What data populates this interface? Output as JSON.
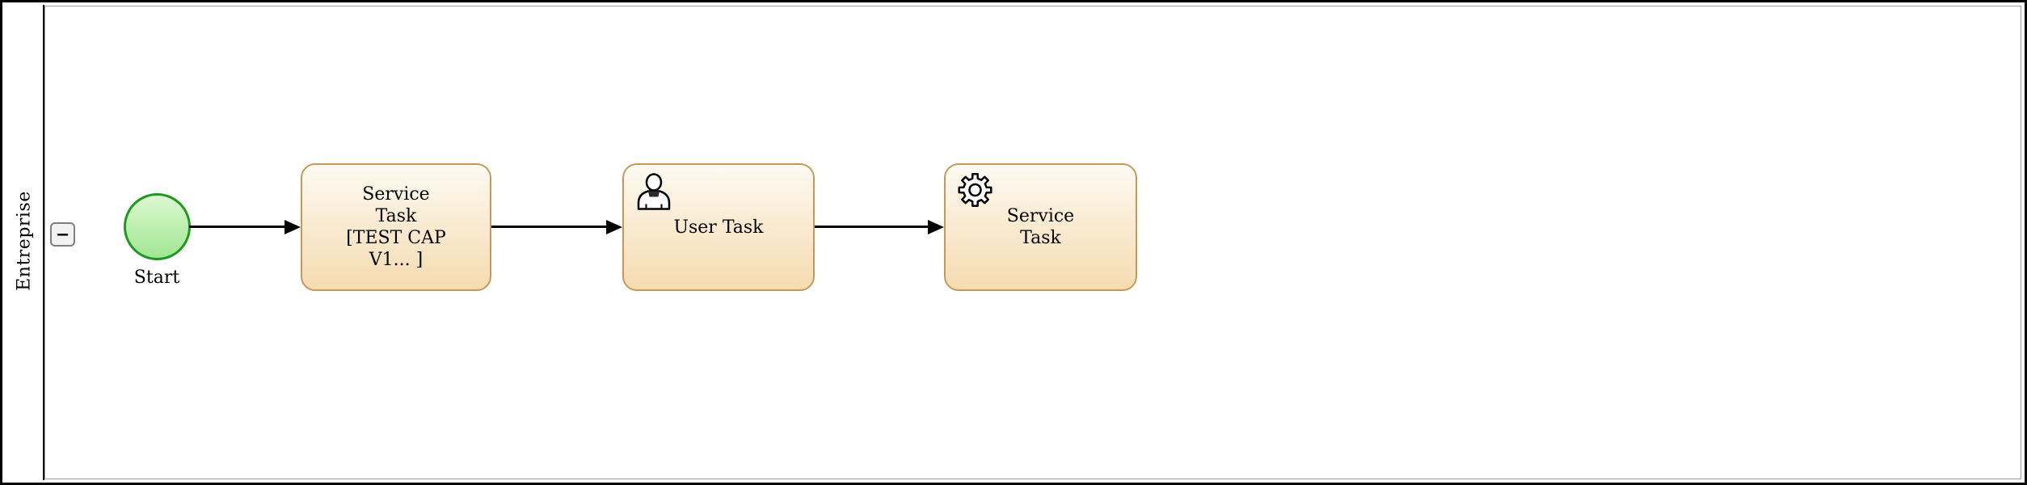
{
  "pool": {
    "name": "Entreprise",
    "collapse_button": "−"
  },
  "nodes": {
    "start": {
      "label": "Start",
      "type": "start-event"
    },
    "service_task_1": {
      "type": "service-task",
      "line1": "Service",
      "line2": "Task",
      "line3": "[TEST CAP",
      "line4": "V1... ]"
    },
    "user_task": {
      "type": "user-task",
      "label": "User Task",
      "icon": "user-icon"
    },
    "service_task_2": {
      "type": "service-task",
      "line1": "Service",
      "line2": "Task",
      "icon": "gear-icon"
    }
  },
  "flows": [
    {
      "from": "start",
      "to": "service_task_1"
    },
    {
      "from": "service_task_1",
      "to": "user_task"
    },
    {
      "from": "user_task",
      "to": "service_task_2"
    }
  ],
  "colors": {
    "pool_border": "#000000",
    "lane_border": "#9a9a9a",
    "task_border": "#c49a5b",
    "task_fill_top": "#fdfaf2",
    "task_fill_bottom": "#f5dbb0",
    "start_border": "#1f9a1f",
    "start_fill_top": "#ddf8d2",
    "start_fill_bottom": "#a0e692",
    "connector": "#000000"
  }
}
